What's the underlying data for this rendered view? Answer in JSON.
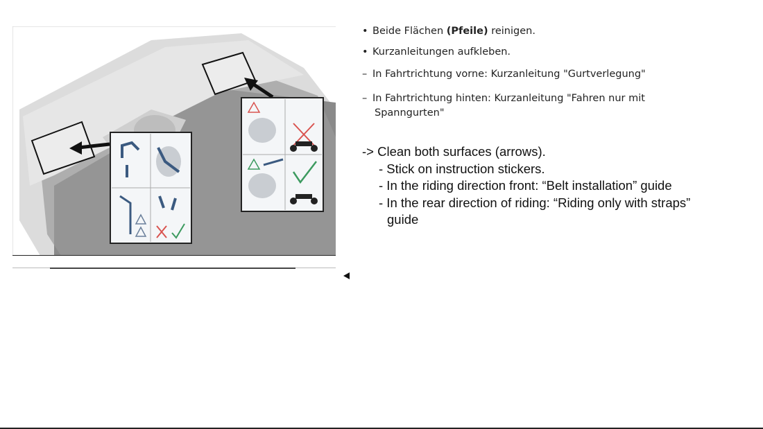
{
  "german": {
    "items": [
      {
        "marker": "•",
        "text_before": "Beide Flächen ",
        "bold": "(Pfeile)",
        "text_after": " reinigen."
      },
      {
        "marker": "•",
        "text": "Kurzanleitungen aufkleben."
      },
      {
        "marker": "–",
        "text": "In Fahrtrichtung vorne: Kurzanleitung \"Gurtverlegung\""
      },
      {
        "marker": "–",
        "line1": "In Fahrtrichtung hinten: Kurzanleitung \"Fahren nur mit",
        "line2": "Spanngurten\""
      }
    ]
  },
  "english": {
    "lines": [
      "-> Clean both surfaces (arrows).",
      "- Stick on instruction stickers.",
      "- In the riding direction front: “Belt installation” guide",
      "- In the rear direction of riding: “Riding only with straps”",
      "guide"
    ]
  },
  "colors": {
    "warning_red": "#d9534f",
    "ok_green": "#3c9a5f",
    "strap_blue": "#3b5a80"
  }
}
